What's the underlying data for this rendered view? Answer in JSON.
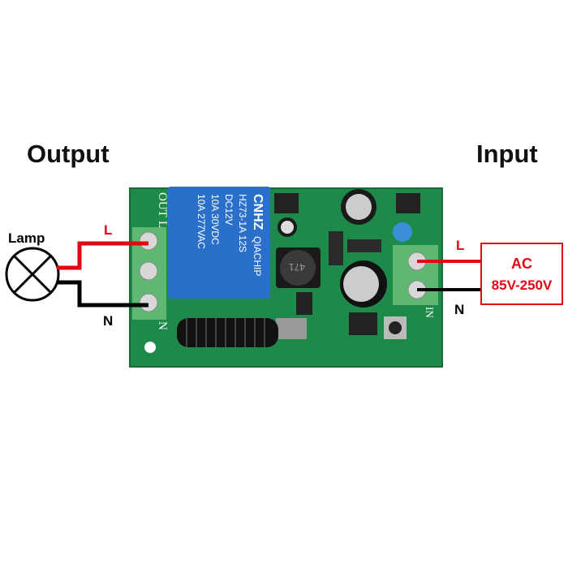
{
  "titles": {
    "output": "Output",
    "input": "Input"
  },
  "lamp": {
    "label": "Lamp"
  },
  "output_wires": {
    "live": "L",
    "neutral": "N"
  },
  "input_wires": {
    "live": "L",
    "neutral": "N"
  },
  "power_source": {
    "type": "AC",
    "range": "85V-250V"
  },
  "board": {
    "out_label": "OUT",
    "in_label": "IN",
    "terminal_l": "L",
    "terminal_n": "N",
    "inductor_marking": "471",
    "relay": {
      "brand": "CNHZ",
      "maker": "QIACHIP",
      "model": "HZ73-1A 12S",
      "coil": "DC12V",
      "rating_dc": "10A 30VDC",
      "rating_ac": "10A 277VAC"
    }
  },
  "colors": {
    "live": "#e30613",
    "neutral": "#000000",
    "pcb": "#1e8a4a",
    "relay": "#2a6fc9",
    "terminal": "#5fb872"
  }
}
